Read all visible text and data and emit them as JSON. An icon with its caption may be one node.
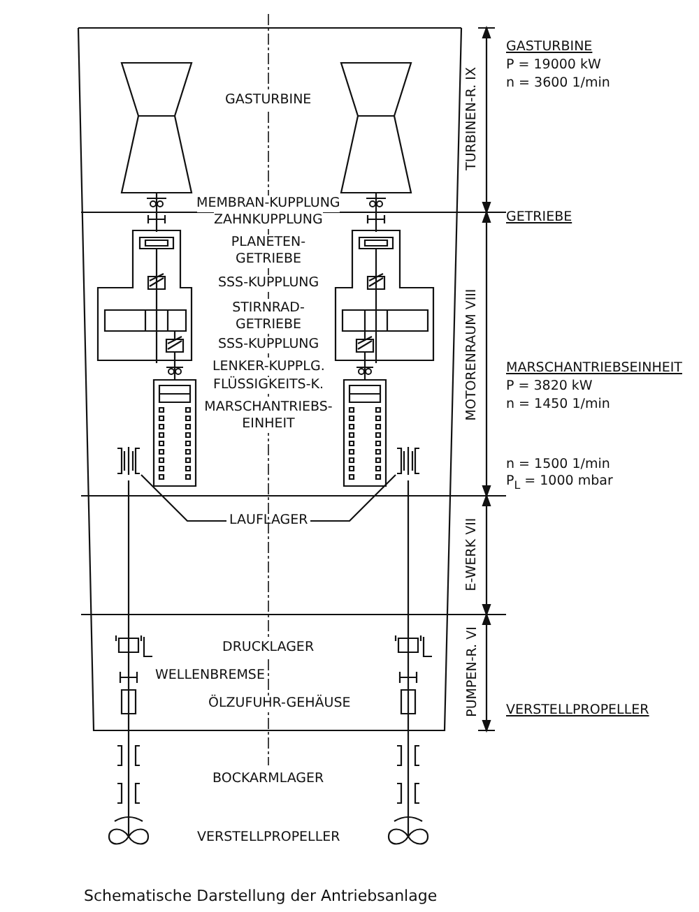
{
  "diagram": {
    "caption": "Schematische Darstellung der Antriebsanlage",
    "nodes": [
      {
        "text": [
          "LAUFLAGER"
        ]
      },
      {
        "text": [],
        "shape": "bearing"
      },
      {
        "text": [],
        "shape": "bearing"
      }
    ],
    "edges": [
      {
        "from": 0,
        "to": 1,
        "arrow": "none"
      },
      {
        "from": 0,
        "to": 2,
        "arrow": "none"
      }
    ],
    "labels": [
      "GASTURBINE",
      "MEMBRAN-KUPPLUNG",
      "ZAHNKUPPLUNG",
      "PLANETEN- GETRIEBE",
      "SSS-KUPPLUNG",
      "STIRNRAD- GETRIEBE",
      "SSS-KUPPLUNG",
      "LENKER-KUPPLG.",
      "FLÜSSIGKEITS-K.",
      "MARSCHANTRIEBS- EINHEIT",
      "DRUCKLAGER",
      "WELLENBREMSE",
      "ÖLZUFUHR-GEHÄUSE",
      "BOCKARMLAGER",
      "VERSTELLPROPELLER",
      "TURBINEN-R. IX",
      "MOTORENRAUM VIII",
      "E-WERK VII",
      "PUMPEN-R. VI",
      "GASTURBINE",
      "P = 19000 kW",
      "n = 3600 1/min",
      "GETRIEBE",
      "MARSCHANTRIEBSEINHEIT",
      "P = 3820 kW",
      "n = 1450 1/min",
      "n = 1500 1/min",
      "P$_{L}$ = 1000 mbar",
      "VERSTELLPROPELLER"
    ]
  }
}
